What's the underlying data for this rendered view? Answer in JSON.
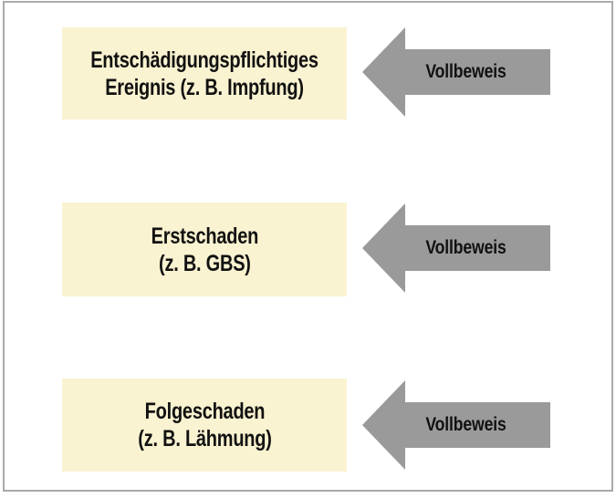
{
  "figure": {
    "description_type": "causal-chain-diagram",
    "background_color": "#ffffff",
    "frame_border_color": "#aaaaaa"
  },
  "colors": {
    "box_fill": "#faf3d1",
    "arrow_fill": "#9a9a9a",
    "text": "#111111"
  },
  "rows": [
    {
      "box_line1": "Entschädigungspflichtiges",
      "box_line2": "Ereignis (z. B. Impfung)",
      "arrow_label": "Vollbeweis"
    },
    {
      "box_line1": "Erstschaden",
      "box_line2": "(z. B. GBS)",
      "arrow_label": "Vollbeweis"
    },
    {
      "box_line1": "Folgeschaden",
      "box_line2": "(z. B. Lähmung)",
      "arrow_label": "Vollbeweis"
    }
  ]
}
